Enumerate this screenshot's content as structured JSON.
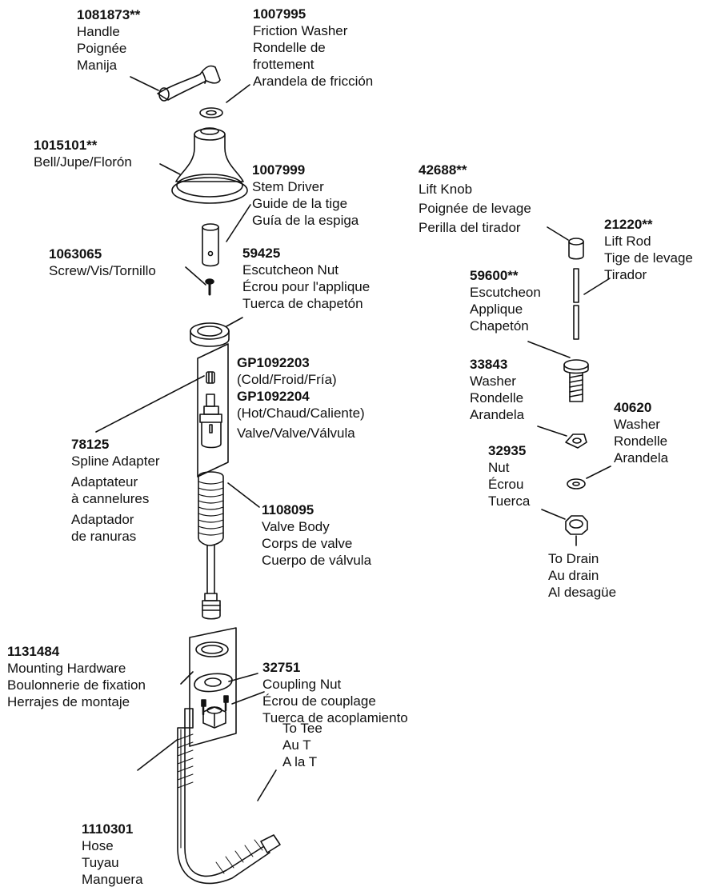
{
  "parts": {
    "handle": {
      "number": "1081873**",
      "lines": [
        "Handle",
        "Poignée",
        "Manija"
      ]
    },
    "friction_washer": {
      "number": "1007995",
      "lines": [
        "Friction Washer",
        "Rondelle de",
        "frottement",
        "Arandela de fricción"
      ]
    },
    "bell": {
      "number": "1015101**",
      "lines": [
        "Bell/Jupe/Florón"
      ]
    },
    "stem_driver": {
      "number": "1007999",
      "lines": [
        "Stem Driver",
        "Guide de la tige",
        "Guía de la espiga"
      ]
    },
    "screw": {
      "number": "1063065",
      "lines": [
        "Screw/Vis/Tornillo"
      ]
    },
    "escutcheon_nut": {
      "number": "59425",
      "lines": [
        "Escutcheon Nut",
        "Écrou pour l'applique",
        "Tuerca de chapetón"
      ]
    },
    "valve": {
      "number": "GP1092203",
      "lines": [
        "(Cold/Froid/Fría)"
      ],
      "number2": "GP1092204",
      "lines2": [
        "(Hot/Chaud/Caliente)",
        "Valve/Valve/Válvula"
      ]
    },
    "spline_adapter": {
      "number": "78125",
      "lines": [
        "Spline Adapter",
        "Adaptateur",
        "à cannelures",
        "Adaptador",
        "de ranuras"
      ]
    },
    "valve_body": {
      "number": "1108095",
      "lines": [
        "Valve Body",
        "Corps de valve",
        "Cuerpo de válvula"
      ]
    },
    "mounting_hardware": {
      "number": "1131484",
      "lines": [
        "Mounting Hardware",
        "Boulonnerie de fixation",
        "Herrajes de montaje"
      ]
    },
    "coupling_nut": {
      "number": "32751",
      "lines": [
        "Coupling Nut",
        "Écrou de couplage",
        "Tuerca de acoplamiento"
      ]
    },
    "hose": {
      "number": "1110301",
      "lines": [
        "Hose",
        "Tuyau",
        "Manguera"
      ]
    },
    "to_tee": {
      "lines": [
        "To Tee",
        "Au T",
        "A la T"
      ]
    },
    "lift_knob": {
      "number": "42688**",
      "lines": [
        "Lift Knob",
        "Poignée de levage",
        "Perilla del tirador"
      ]
    },
    "lift_rod": {
      "number": "21220**",
      "lines": [
        "Lift Rod",
        "Tige de levage",
        "Tirador"
      ]
    },
    "escutcheon": {
      "number": "59600**",
      "lines": [
        "Escutcheon",
        "Applique",
        "Chapetón"
      ]
    },
    "washer_33843": {
      "number": "33843",
      "lines": [
        "Washer",
        "Rondelle",
        "Arandela"
      ]
    },
    "washer_40620": {
      "number": "40620",
      "lines": [
        "Washer",
        "Rondelle",
        "Arandela"
      ]
    },
    "nut_32935": {
      "number": "32935",
      "lines": [
        "Nut",
        "Écrou",
        "Tuerca"
      ]
    },
    "to_drain": {
      "lines": [
        "To Drain",
        "Au drain",
        "Al desagüe"
      ]
    }
  }
}
